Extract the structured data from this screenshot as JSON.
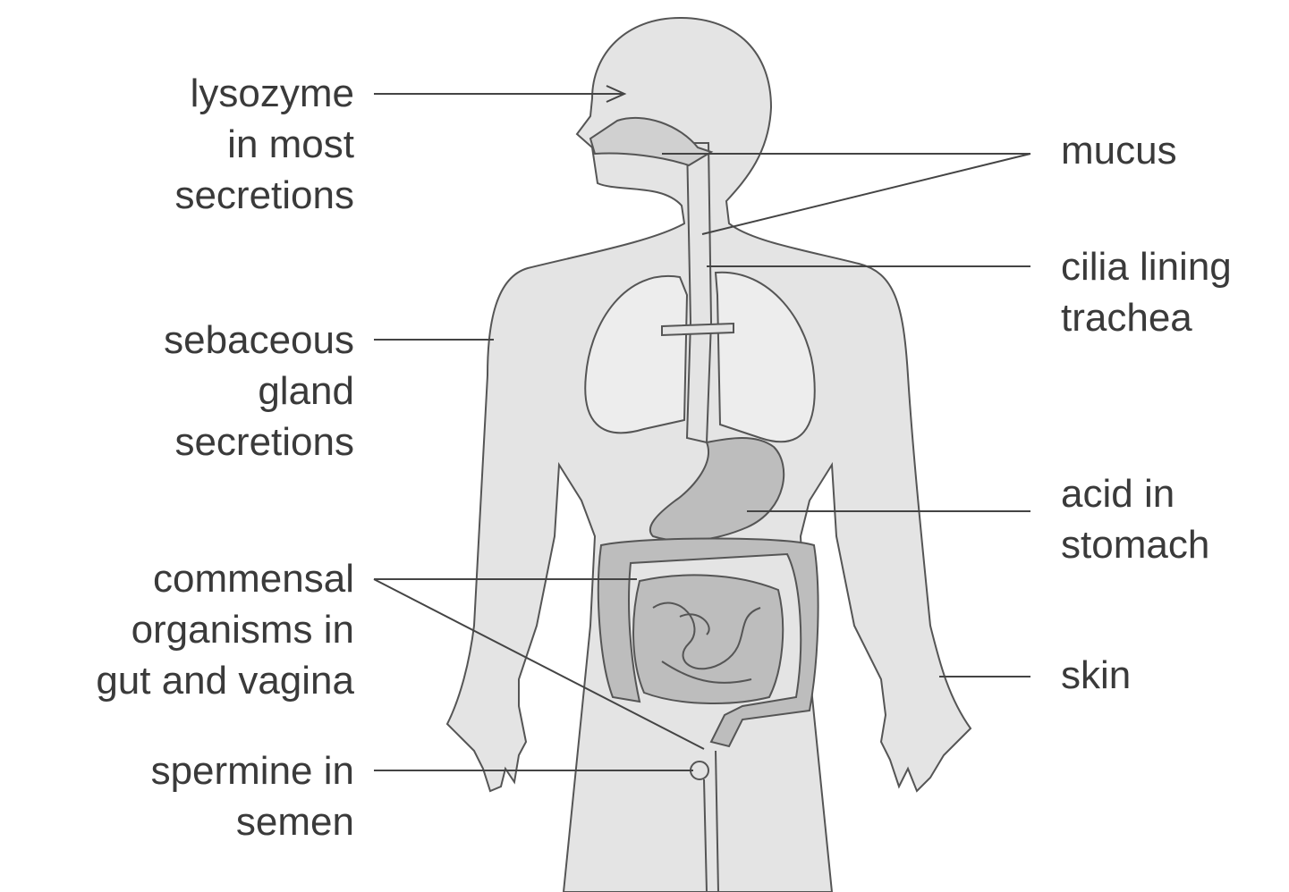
{
  "colors": {
    "background": "#ffffff",
    "body_fill": "#e4e4e4",
    "organ_fill": "#bdbdbd",
    "outline": "#555555",
    "text": "#3a3a3a"
  },
  "labels": {
    "lysozyme": [
      "lysozyme",
      "in most",
      "secretions"
    ],
    "sebaceous": [
      "sebaceous",
      "gland",
      "secretions"
    ],
    "commensal": [
      "commensal",
      "organisms in",
      "gut and vagina"
    ],
    "spermine": [
      "spermine in",
      "semen"
    ],
    "mucus": [
      "mucus"
    ],
    "cilia": [
      "cilia lining",
      "trachea"
    ],
    "acid": [
      "acid in",
      "stomach"
    ],
    "skin": [
      "skin"
    ]
  }
}
